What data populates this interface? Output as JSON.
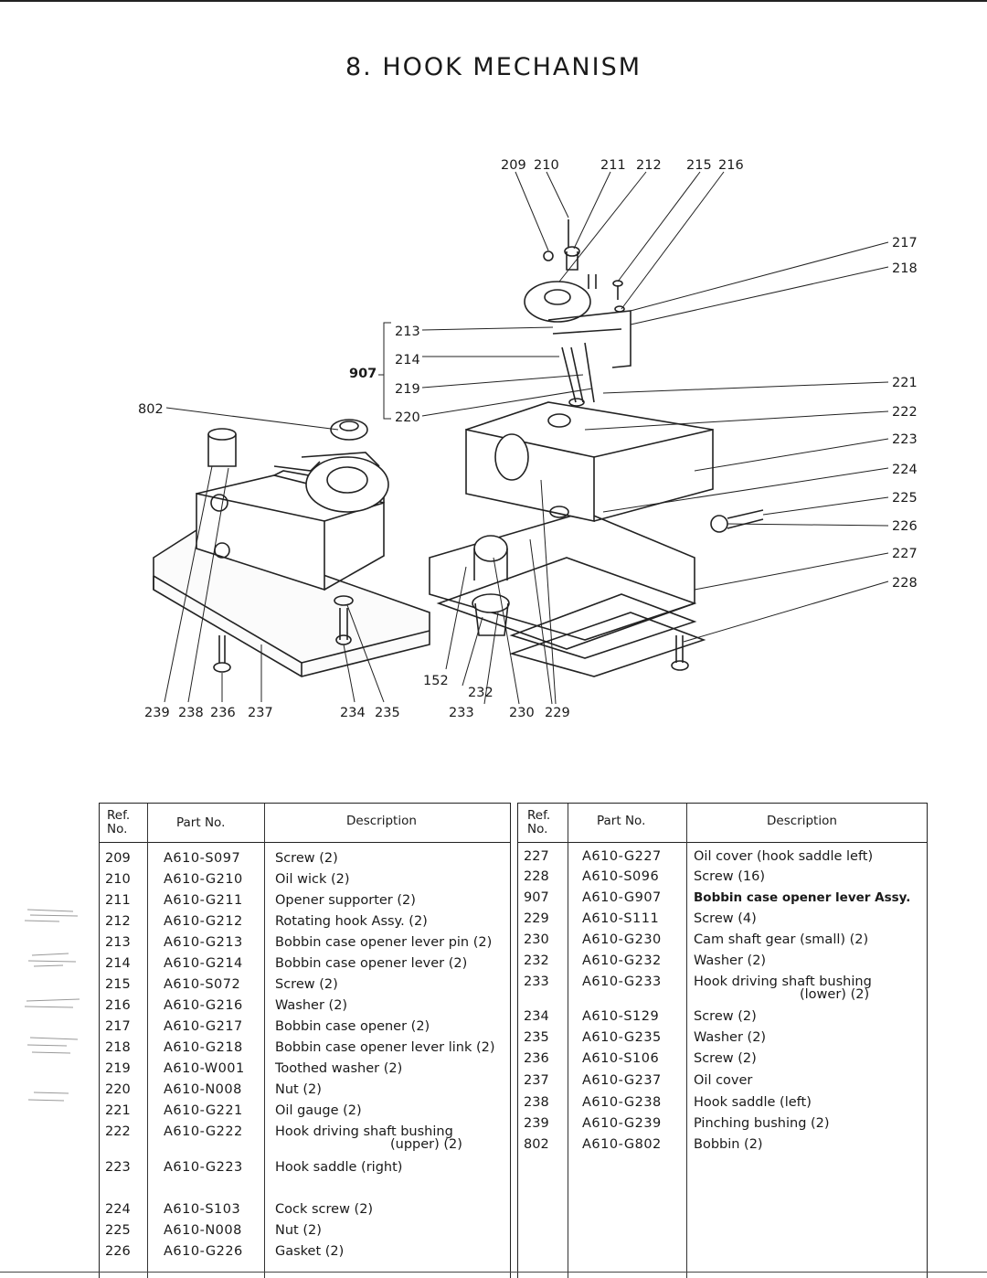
{
  "title": "8. HOOK MECHANISM",
  "callouts": {
    "top": [
      "209",
      "210",
      "211",
      "212",
      "215",
      "216"
    ],
    "right": [
      "217",
      "218",
      "221",
      "222",
      "223",
      "224",
      "225",
      "226",
      "227",
      "228"
    ],
    "mid": [
      "213",
      "214",
      "219",
      "220"
    ],
    "group": "907",
    "left": "802",
    "bottom_left": [
      "239",
      "238",
      "236",
      "237"
    ],
    "bottom_mid": [
      "234",
      "235"
    ],
    "bottom_right": [
      "152",
      "232",
      "233",
      "230",
      "229"
    ]
  },
  "table_headers": {
    "ref_line1": "Ref.",
    "ref_line2": "No.",
    "part_no": "Part No.",
    "description": "Description"
  },
  "left_rows": [
    {
      "ref": "209",
      "part": "A610-S097",
      "desc": "Screw (2)"
    },
    {
      "ref": "210",
      "part": "A610-G210",
      "desc": "Oil wick (2)"
    },
    {
      "ref": "211",
      "part": "A610-G211",
      "desc": "Opener supporter (2)"
    },
    {
      "ref": "212",
      "part": "A610-G212",
      "desc": "Rotating hook Assy. (2)"
    },
    {
      "ref": "213",
      "part": "A610-G213",
      "desc": "Bobbin case opener lever pin (2)"
    },
    {
      "ref": "214",
      "part": "A610-G214",
      "desc": "Bobbin case opener lever (2)"
    },
    {
      "ref": "215",
      "part": "A610-S072",
      "desc": "Screw (2)"
    },
    {
      "ref": "216",
      "part": "A610-G216",
      "desc": "Washer (2)"
    },
    {
      "ref": "217",
      "part": "A610-G217",
      "desc": "Bobbin case opener (2)"
    },
    {
      "ref": "218",
      "part": "A610-G218",
      "desc": "Bobbin case opener lever link (2)"
    },
    {
      "ref": "219",
      "part": "A610-W001",
      "desc": "Toothed washer (2)"
    },
    {
      "ref": "220",
      "part": "A610-N008",
      "desc": "Nut (2)"
    },
    {
      "ref": "221",
      "part": "A610-G221",
      "desc": "Oil gauge (2)"
    },
    {
      "ref": "222",
      "part": "A610-G222",
      "desc": "Hook driving shaft bushing",
      "desc2": "(upper) (2)"
    },
    {
      "ref": "223",
      "part": "A610-G223",
      "desc": "Hook saddle (right)"
    },
    {
      "ref": "224",
      "part": "A610-S103",
      "desc": "Cock screw (2)"
    },
    {
      "ref": "225",
      "part": "A610-N008",
      "desc": "Nut (2)"
    },
    {
      "ref": "226",
      "part": "A610-G226",
      "desc": "Gasket (2)"
    }
  ],
  "right_rows": [
    {
      "ref": "227",
      "part": "A610-G227",
      "desc": "Oil cover (hook saddle left)"
    },
    {
      "ref": "228",
      "part": "A610-S096",
      "desc": "Screw (16)"
    },
    {
      "ref": "907",
      "part": "A610-G907",
      "desc": "Bobbin case opener lever Assy.",
      "bold": true
    },
    {
      "ref": "229",
      "part": "A610-S111",
      "desc": "Screw (4)"
    },
    {
      "ref": "230",
      "part": "A610-G230",
      "desc": "Cam shaft gear (small) (2)"
    },
    {
      "ref": "232",
      "part": "A610-G232",
      "desc": "Washer (2)"
    },
    {
      "ref": "233",
      "part": "A610-G233",
      "desc": "Hook driving shaft bushing",
      "desc2": "(lower) (2)"
    },
    {
      "ref": "234",
      "part": "A610-S129",
      "desc": "Screw (2)"
    },
    {
      "ref": "235",
      "part": "A610-G235",
      "desc": "Washer (2)"
    },
    {
      "ref": "236",
      "part": "A610-S106",
      "desc": "Screw (2)"
    },
    {
      "ref": "237",
      "part": "A610-G237",
      "desc": "Oil cover"
    },
    {
      "ref": "238",
      "part": "A610-G238",
      "desc": "Hook saddle (left)"
    },
    {
      "ref": "239",
      "part": "A610-G239",
      "desc": "Pinching bushing (2)"
    },
    {
      "ref": "802",
      "part": "A610-G802",
      "desc": "Bobbin (2)"
    }
  ]
}
